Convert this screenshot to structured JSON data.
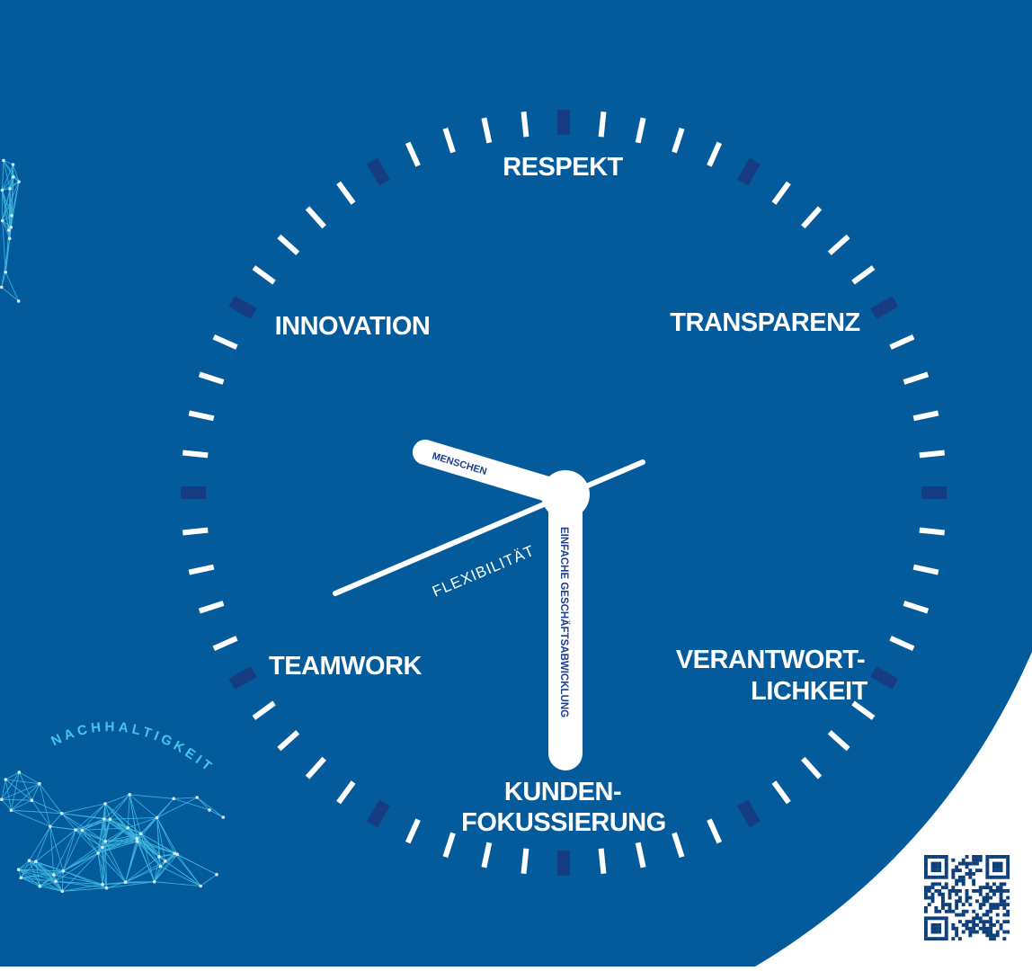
{
  "values": {
    "top": "RESPEKT",
    "upper_left": "INNOVATION",
    "upper_right": "TRANSPARENZ",
    "lower_left": "TEAMWORK",
    "lower_right_line1": "VERANTWORT-",
    "lower_right_line2": "LICHKEIT",
    "bottom_line1": "KUNDEN-",
    "bottom_line2": "FOKUSSIERUNG"
  },
  "hands": {
    "hour": "MENSCHEN",
    "minute": "EINFACHE GESCHÄFTSABWICKLUNG",
    "second": "FLEXIBILITÄT"
  },
  "decor": {
    "arc_text": "NACHHALTIGKEIT"
  },
  "colors": {
    "background": "#045b9c",
    "tick": "#ffffff",
    "hour_tick": "#163c82",
    "hand": "#ffffff",
    "hand_text": "#1c3f8f",
    "network": "#47c6ea"
  },
  "icons": {
    "qr": "qr-code-icon"
  }
}
